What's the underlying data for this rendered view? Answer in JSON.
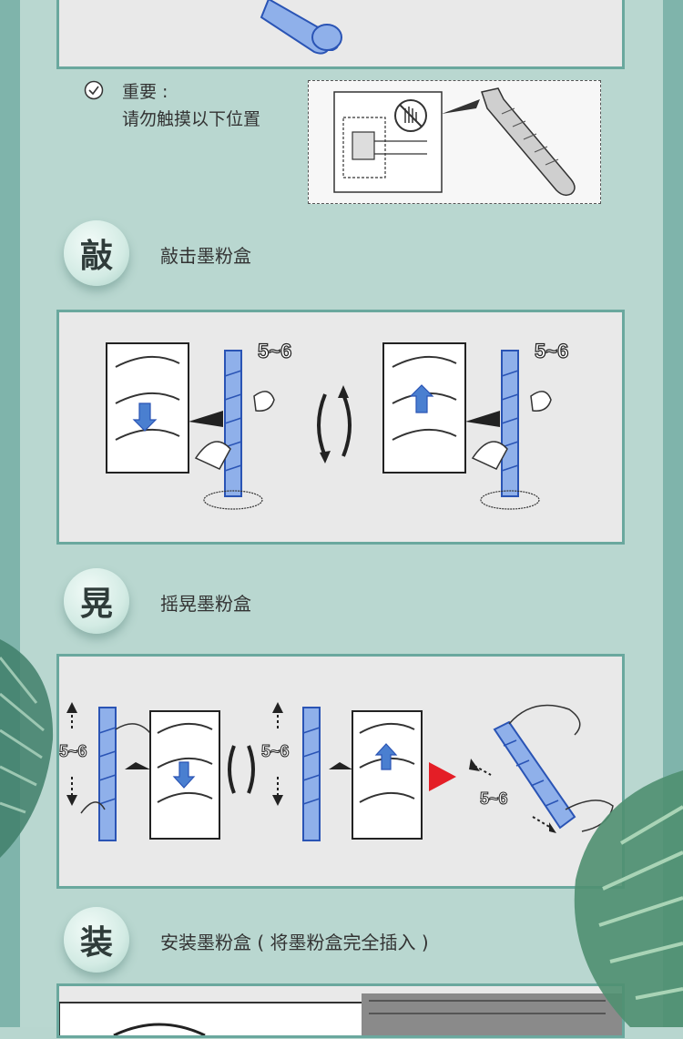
{
  "note": {
    "line1": "重要 :",
    "line2": "请勿触摸以下位置"
  },
  "steps": [
    {
      "char": "敲",
      "label": "敲击墨粉盒",
      "count_label": "5~6"
    },
    {
      "char": "晃",
      "label": "摇晃墨粉盒",
      "count_label": "5~6"
    },
    {
      "char": "装",
      "label": "安装墨粉盒 ( 将墨粉盒完全插入 )"
    }
  ],
  "colors": {
    "background": "#b9d7d0",
    "panel_border": "#6aa89e",
    "toner_blue": "#4a7fd0",
    "arrow_red": "#e41e26"
  }
}
